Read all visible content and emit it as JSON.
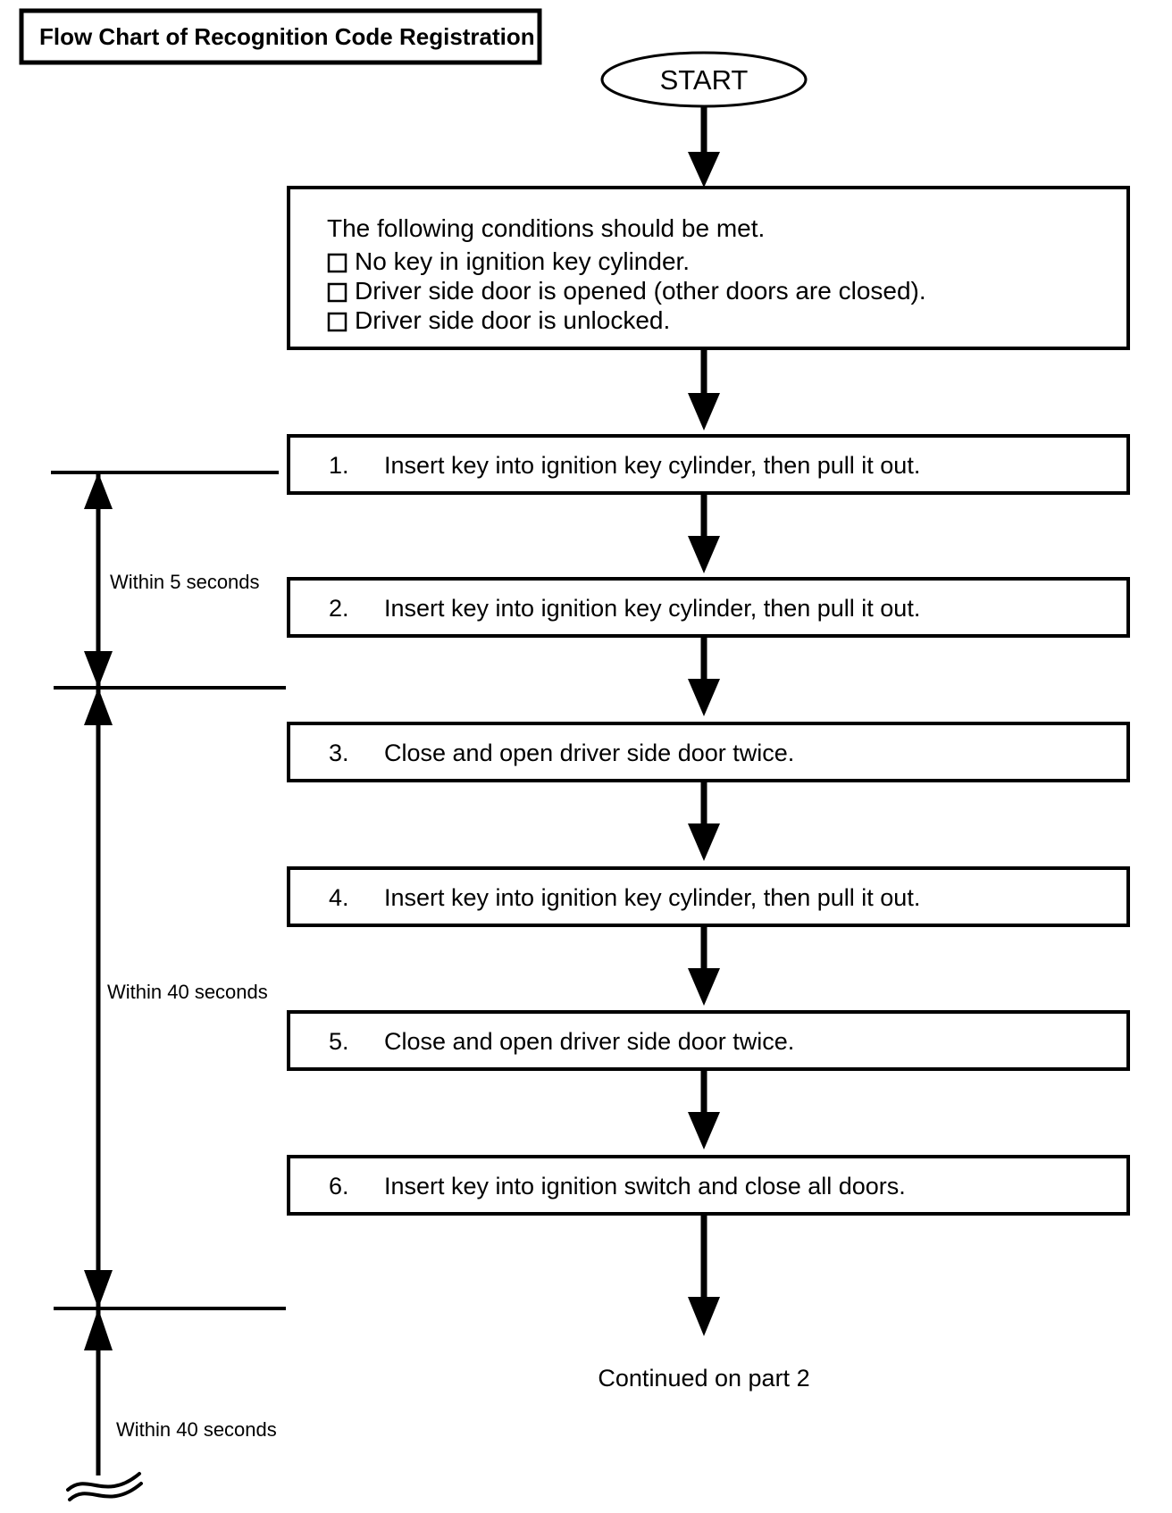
{
  "title": {
    "text": "Flow Chart of Recognition Code Registration"
  },
  "start_node": {
    "label": "START"
  },
  "conditions_box": {
    "heading": "The following conditions should be met.",
    "items": [
      "No key in ignition key cylinder.",
      "Driver side door is opened (other doors are closed).",
      "Driver side door is unlocked."
    ]
  },
  "steps": [
    {
      "number": "1.",
      "text": "Insert key into ignition key cylinder, then pull it out."
    },
    {
      "number": "2.",
      "text": "Insert key into ignition key cylinder, then pull it out."
    },
    {
      "number": "3.",
      "text": "Close and open driver side door twice."
    },
    {
      "number": "4.",
      "text": "Insert key into ignition key cylinder, then pull it out."
    },
    {
      "number": "5.",
      "text": "Close and open driver side door twice."
    },
    {
      "number": "6.",
      "text": "Insert key into ignition switch and close all doors."
    }
  ],
  "timing_labels": [
    {
      "text": "Within 5 seconds"
    },
    {
      "text": "Within 40 seconds"
    },
    {
      "text": "Within 40 seconds"
    }
  ],
  "footer": {
    "continued": "Continued on part 2"
  },
  "colors": {
    "stroke": "#000000",
    "fill": "#ffffff",
    "text": "#000000"
  }
}
